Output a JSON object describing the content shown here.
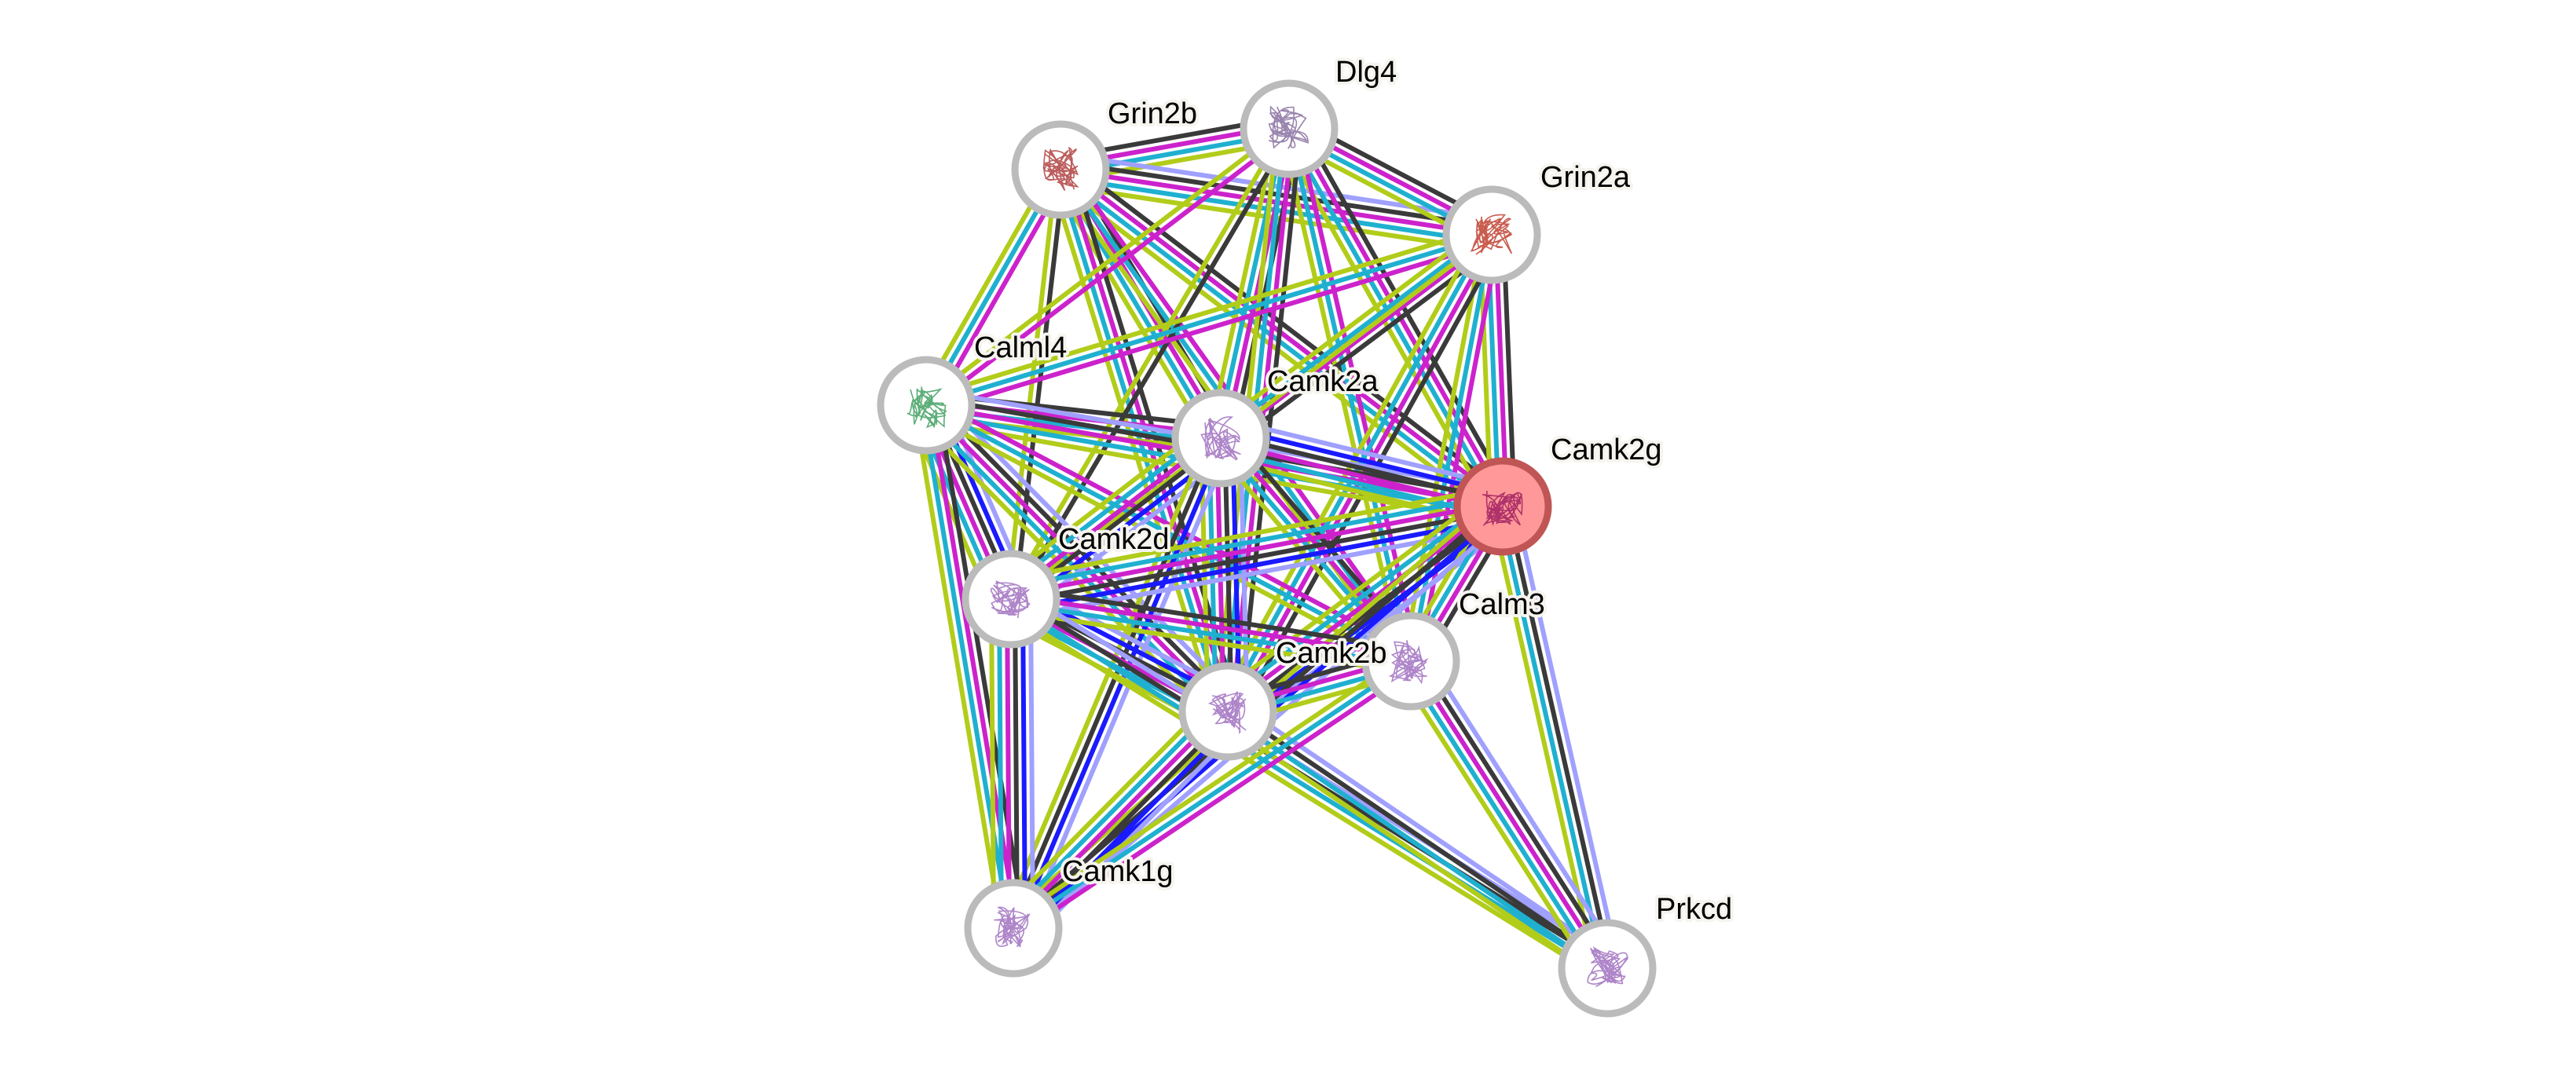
{
  "network": {
    "query_protein": "Camk2g",
    "nodes": [
      {
        "id": "Grin2b",
        "label": "Grin2b",
        "structure_color": "#b04040"
      },
      {
        "id": "Dlg4",
        "label": "Dlg4",
        "structure_color": "#8870a0"
      },
      {
        "id": "Grin2a",
        "label": "Grin2a",
        "structure_color": "#c04030"
      },
      {
        "id": "Calml4",
        "label": "Calml4",
        "structure_color": "#40a060"
      },
      {
        "id": "Camk2a",
        "label": "Camk2a",
        "structure_color": "#a070c0"
      },
      {
        "id": "Camk2g",
        "label": "Camk2g",
        "structure_color": "#a02060",
        "query": true
      },
      {
        "id": "Camk2d",
        "label": "Camk2d",
        "structure_color": "#a070c0"
      },
      {
        "id": "Calm3",
        "label": "Calm3",
        "structure_color": "#a070c0"
      },
      {
        "id": "Camk2b",
        "label": "Camk2b",
        "structure_color": "#a070c0"
      },
      {
        "id": "Camk1g",
        "label": "Camk1g",
        "structure_color": "#a070c0"
      },
      {
        "id": "Prkcd",
        "label": "Prkcd",
        "structure_color": "#a070c0"
      }
    ],
    "evidence_colors": {
      "homology": "#a0a0ff",
      "cooccurrence": "#1a1aff",
      "coexpression": "#3a3a3a",
      "experiments": "#cc22cc",
      "databases": "#1fb0d0",
      "textmining": "#b2cc1a"
    },
    "node_colors": {
      "default_fill": "#ffffff",
      "default_border": "#bbbbbb",
      "query_fill": "#ff9999",
      "query_border": "#c05555"
    },
    "edges": [
      {
        "a": "Grin2b",
        "b": "Dlg4",
        "ev": [
          "coexpression",
          "experiments",
          "databases",
          "textmining"
        ]
      },
      {
        "a": "Grin2b",
        "b": "Grin2a",
        "ev": [
          "homology",
          "coexpression",
          "experiments",
          "databases",
          "textmining"
        ]
      },
      {
        "a": "Dlg4",
        "b": "Grin2a",
        "ev": [
          "coexpression",
          "experiments",
          "databases",
          "textmining"
        ]
      },
      {
        "a": "Grin2b",
        "b": "Calml4",
        "ev": [
          "experiments",
          "databases",
          "textmining"
        ]
      },
      {
        "a": "Grin2b",
        "b": "Camk2a",
        "ev": [
          "coexpression",
          "experiments",
          "databases",
          "textmining"
        ]
      },
      {
        "a": "Grin2b",
        "b": "Camk2g",
        "ev": [
          "coexpression",
          "experiments",
          "databases",
          "textmining"
        ]
      },
      {
        "a": "Grin2b",
        "b": "Camk2d",
        "ev": [
          "coexpression",
          "textmining"
        ]
      },
      {
        "a": "Grin2b",
        "b": "Calm3",
        "ev": [
          "experiments",
          "databases",
          "textmining"
        ]
      },
      {
        "a": "Grin2b",
        "b": "Camk2b",
        "ev": [
          "coexpression",
          "experiments",
          "databases",
          "textmining"
        ]
      },
      {
        "a": "Dlg4",
        "b": "Calml4",
        "ev": [
          "experiments",
          "textmining"
        ]
      },
      {
        "a": "Dlg4",
        "b": "Camk2a",
        "ev": [
          "coexpression",
          "experiments",
          "databases",
          "textmining"
        ]
      },
      {
        "a": "Dlg4",
        "b": "Camk2g",
        "ev": [
          "coexpression",
          "experiments",
          "databases",
          "textmining"
        ]
      },
      {
        "a": "Dlg4",
        "b": "Camk2d",
        "ev": [
          "coexpression",
          "textmining"
        ]
      },
      {
        "a": "Dlg4",
        "b": "Calm3",
        "ev": [
          "experiments",
          "databases",
          "textmining"
        ]
      },
      {
        "a": "Dlg4",
        "b": "Camk2b",
        "ev": [
          "coexpression",
          "experiments",
          "databases",
          "textmining"
        ]
      },
      {
        "a": "Grin2a",
        "b": "Calml4",
        "ev": [
          "experiments",
          "databases",
          "textmining"
        ]
      },
      {
        "a": "Grin2a",
        "b": "Camk2a",
        "ev": [
          "coexpression",
          "experiments",
          "databases",
          "textmining"
        ]
      },
      {
        "a": "Grin2a",
        "b": "Camk2g",
        "ev": [
          "coexpression",
          "experiments",
          "databases",
          "textmining"
        ]
      },
      {
        "a": "Grin2a",
        "b": "Camk2d",
        "ev": [
          "textmining"
        ]
      },
      {
        "a": "Grin2a",
        "b": "Calm3",
        "ev": [
          "experiments",
          "databases",
          "textmining"
        ]
      },
      {
        "a": "Grin2a",
        "b": "Camk2b",
        "ev": [
          "coexpression",
          "experiments",
          "databases",
          "textmining"
        ]
      },
      {
        "a": "Calml4",
        "b": "Camk2a",
        "ev": [
          "coexpression",
          "experiments",
          "databases",
          "textmining"
        ]
      },
      {
        "a": "Calml4",
        "b": "Camk2g",
        "ev": [
          "homology",
          "coexpression",
          "experiments",
          "databases",
          "textmining"
        ]
      },
      {
        "a": "Calml4",
        "b": "Camk2d",
        "ev": [
          "homology",
          "cooccurrence",
          "coexpression",
          "experiments",
          "databases",
          "textmining"
        ]
      },
      {
        "a": "Calml4",
        "b": "Camk2b",
        "ev": [
          "homology",
          "coexpression",
          "experiments",
          "databases",
          "textmining"
        ]
      },
      {
        "a": "Calml4",
        "b": "Camk1g",
        "ev": [
          "coexpression",
          "experiments",
          "databases",
          "textmining"
        ]
      },
      {
        "a": "Calml4",
        "b": "Calm3",
        "ev": [
          "experiments",
          "databases",
          "textmining"
        ]
      },
      {
        "a": "Camk2a",
        "b": "Camk2g",
        "ev": [
          "homology",
          "cooccurrence",
          "coexpression",
          "experiments",
          "databases",
          "textmining"
        ]
      },
      {
        "a": "Camk2a",
        "b": "Camk2d",
        "ev": [
          "homology",
          "cooccurrence",
          "coexpression",
          "experiments",
          "databases",
          "textmining"
        ]
      },
      {
        "a": "Camk2a",
        "b": "Camk2b",
        "ev": [
          "homology",
          "cooccurrence",
          "coexpression",
          "experiments",
          "databases",
          "textmining"
        ]
      },
      {
        "a": "Camk2a",
        "b": "Calm3",
        "ev": [
          "coexpression",
          "experiments",
          "databases",
          "textmining"
        ]
      },
      {
        "a": "Camk2a",
        "b": "Camk1g",
        "ev": [
          "homology",
          "cooccurrence",
          "coexpression",
          "textmining"
        ]
      },
      {
        "a": "Camk2g",
        "b": "Camk2d",
        "ev": [
          "homology",
          "cooccurrence",
          "coexpression",
          "experiments",
          "databases",
          "textmining"
        ]
      },
      {
        "a": "Camk2g",
        "b": "Camk2b",
        "ev": [
          "homology",
          "cooccurrence",
          "coexpression",
          "experiments",
          "databases",
          "textmining"
        ]
      },
      {
        "a": "Camk2g",
        "b": "Calm3",
        "ev": [
          "coexpression",
          "experiments",
          "databases",
          "textmining"
        ]
      },
      {
        "a": "Camk2g",
        "b": "Camk1g",
        "ev": [
          "homology",
          "cooccurrence",
          "coexpression",
          "textmining"
        ]
      },
      {
        "a": "Camk2g",
        "b": "Prkcd",
        "ev": [
          "homology",
          "coexpression",
          "databases",
          "textmining"
        ]
      },
      {
        "a": "Camk2d",
        "b": "Camk2b",
        "ev": [
          "homology",
          "cooccurrence",
          "coexpression",
          "experiments",
          "databases",
          "textmining"
        ]
      },
      {
        "a": "Camk2d",
        "b": "Calm3",
        "ev": [
          "coexpression",
          "experiments",
          "databases",
          "textmining"
        ]
      },
      {
        "a": "Camk2d",
        "b": "Camk1g",
        "ev": [
          "homology",
          "cooccurrence",
          "coexpression",
          "experiments",
          "databases",
          "textmining"
        ]
      },
      {
        "a": "Camk2d",
        "b": "Prkcd",
        "ev": [
          "homology",
          "coexpression",
          "databases",
          "textmining"
        ]
      },
      {
        "a": "Camk2b",
        "b": "Calm3",
        "ev": [
          "coexpression",
          "experiments",
          "databases",
          "textmining"
        ]
      },
      {
        "a": "Camk2b",
        "b": "Camk1g",
        "ev": [
          "homology",
          "cooccurrence",
          "coexpression",
          "experiments",
          "databases",
          "textmining"
        ]
      },
      {
        "a": "Camk2b",
        "b": "Prkcd",
        "ev": [
          "homology",
          "coexpression",
          "databases",
          "textmining"
        ]
      },
      {
        "a": "Calm3",
        "b": "Camk1g",
        "ev": [
          "experiments",
          "databases",
          "textmining"
        ]
      },
      {
        "a": "Calm3",
        "b": "Prkcd",
        "ev": [
          "homology",
          "coexpression",
          "experiments",
          "databases",
          "textmining"
        ]
      }
    ]
  }
}
